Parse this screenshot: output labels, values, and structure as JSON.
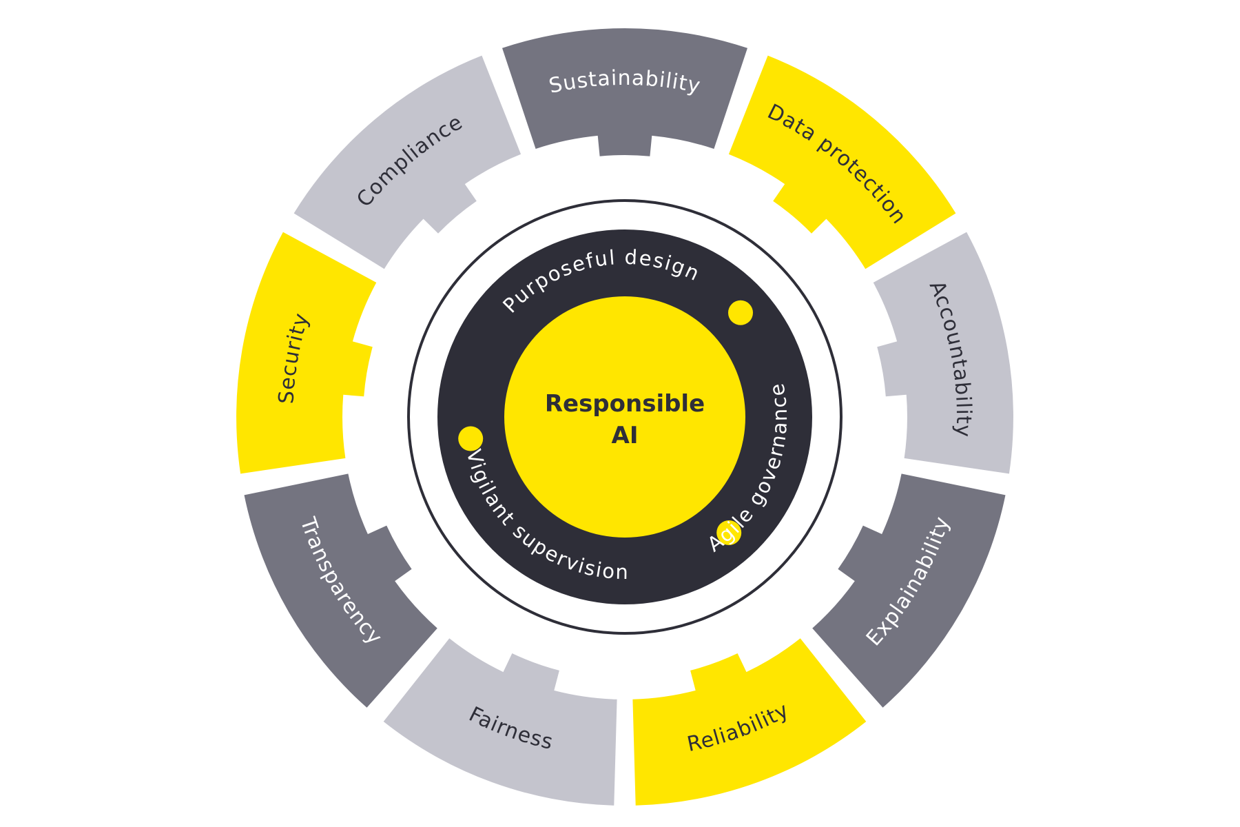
{
  "center": {
    "line1": "Responsible",
    "line2": "AI"
  },
  "inner_ring": [
    {
      "label": "Purposeful design"
    },
    {
      "label": "Agile governance"
    },
    {
      "label": "Vigilant supervision"
    }
  ],
  "segments": [
    {
      "label": "Sustainability",
      "color": "#747480",
      "text_color": "#ffffff"
    },
    {
      "label": "Data protection",
      "color": "#ffe600",
      "text_color": "#2e2e38"
    },
    {
      "label": "Accountability",
      "color": "#c4c4cd",
      "text_color": "#2e2e38"
    },
    {
      "label": "Explainability",
      "color": "#747480",
      "text_color": "#ffffff"
    },
    {
      "label": "Reliability",
      "color": "#ffe600",
      "text_color": "#2e2e38"
    },
    {
      "label": "Fairness",
      "color": "#c4c4cd",
      "text_color": "#2e2e38"
    },
    {
      "label": "Transparency",
      "color": "#747480",
      "text_color": "#ffffff"
    },
    {
      "label": "Security",
      "color": "#ffe600",
      "text_color": "#2e2e38"
    },
    {
      "label": "Compliance",
      "color": "#c4c4cd",
      "text_color": "#2e2e38"
    }
  ],
  "colors": {
    "yellow": "#ffe600",
    "dark": "#2e2e38",
    "grey_dark": "#747480",
    "grey_light": "#c4c4cd"
  }
}
